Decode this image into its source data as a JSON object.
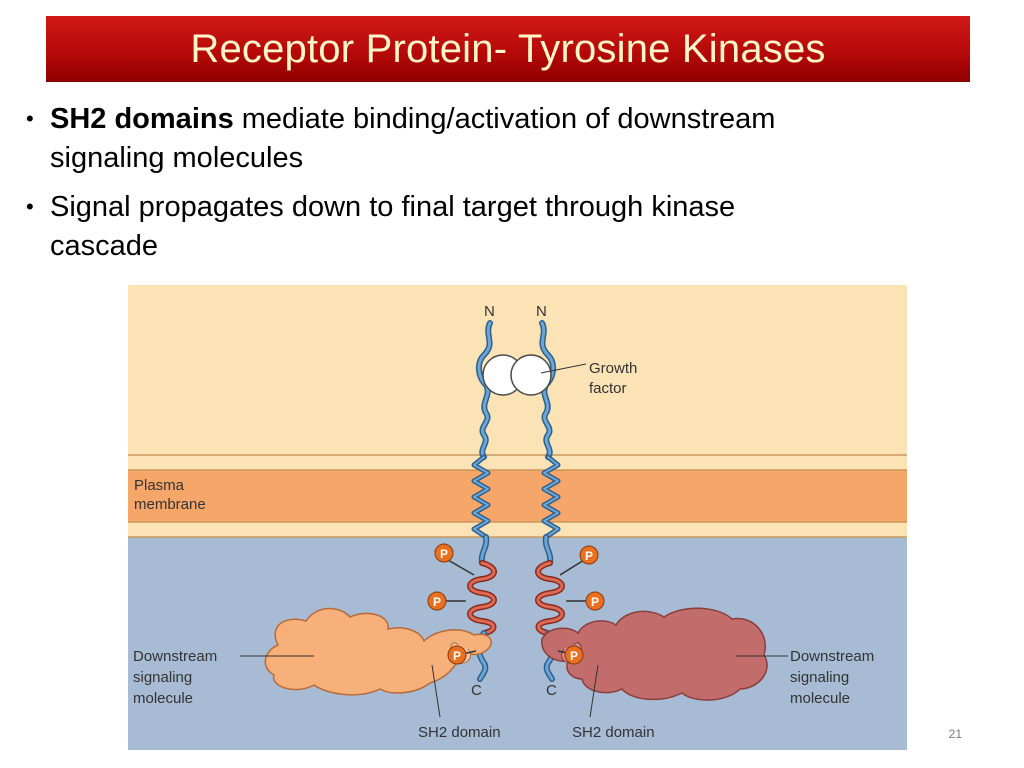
{
  "slide": {
    "title": "Receptor Protein- Tyrosine Kinases",
    "bullets": [
      {
        "bold": "SH2 domains",
        "text": " mediate binding/activation of downstream",
        "text2": "signaling molecules"
      },
      {
        "bold": "",
        "text": "Signal propagates down to final target through kinase",
        "text2": "cascade"
      }
    ],
    "page_number": "21"
  },
  "figure": {
    "labels": {
      "n_left": "N",
      "n_right": "N",
      "growth_factor_line1": "Growth",
      "growth_factor_line2": "factor",
      "plasma_line1": "Plasma",
      "plasma_line2": "membrane",
      "c_left": "C",
      "c_right": "C",
      "sh2_left": "SH2 domain",
      "sh2_right": "SH2 domain",
      "downstream_left_1": "Downstream",
      "downstream_left_2": "signaling",
      "downstream_left_3": "molecule",
      "downstream_right_1": "Downstream",
      "downstream_right_2": "signaling",
      "downstream_right_3": "molecule",
      "phospho": "P"
    },
    "colors": {
      "extracellular": "#fbe3b5",
      "membrane": "#f7a66a",
      "intracellular": "#a7bcd4",
      "receptor_blue": "#4f86b7",
      "receptor_red": "#cc5040",
      "phospho": "#e8701e",
      "downstream_left": "#f8b07b",
      "downstream_right": "#c36c6c"
    }
  }
}
